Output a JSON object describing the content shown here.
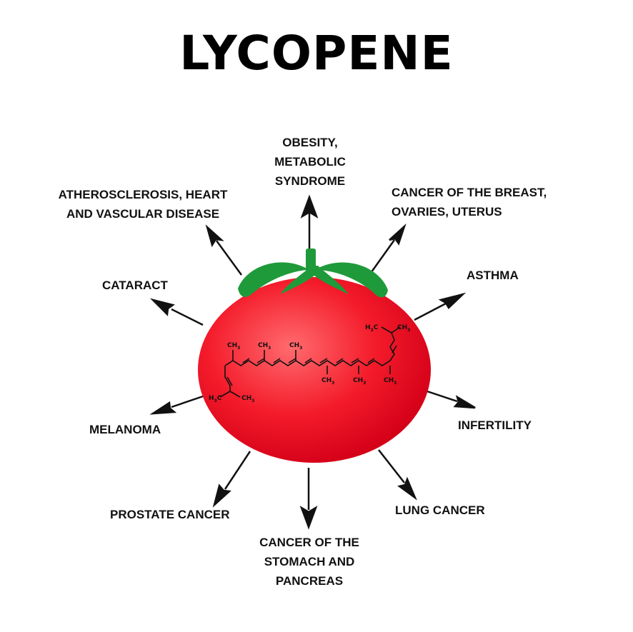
{
  "title": "LYCOPENE",
  "effects": {
    "obesity": [
      "OBESITY,",
      "METABOLIC",
      "SYNDROME"
    ],
    "atherosclerosis": [
      "ATHEROSCLEROSIS, HEART",
      "AND VASCULAR DISEASE"
    ],
    "breast": [
      "CANCER OF THE BREAST,",
      "OVARIES, UTERUS"
    ],
    "asthma": [
      "ASTHMA"
    ],
    "cataract": [
      "CATARACT"
    ],
    "melanoma": [
      "MELANOMA"
    ],
    "infertility": [
      "INFERTILITY"
    ],
    "prostate": [
      "PROSTATE CANCER"
    ],
    "lung": [
      "LUNG CANCER"
    ],
    "stomach": [
      "CANCER OF THE",
      "STOMACH AND",
      "PANCREAS"
    ]
  },
  "molecule": {
    "methyl_main": "CH",
    "methyl_left_end": "H",
    "methyl_c": "C",
    "sub3": "3"
  },
  "colors": {
    "tomato_light": "#ff4a4f",
    "tomato_dark": "#e0001c",
    "leaf": "#1f9a3a",
    "ink": "#111111"
  }
}
